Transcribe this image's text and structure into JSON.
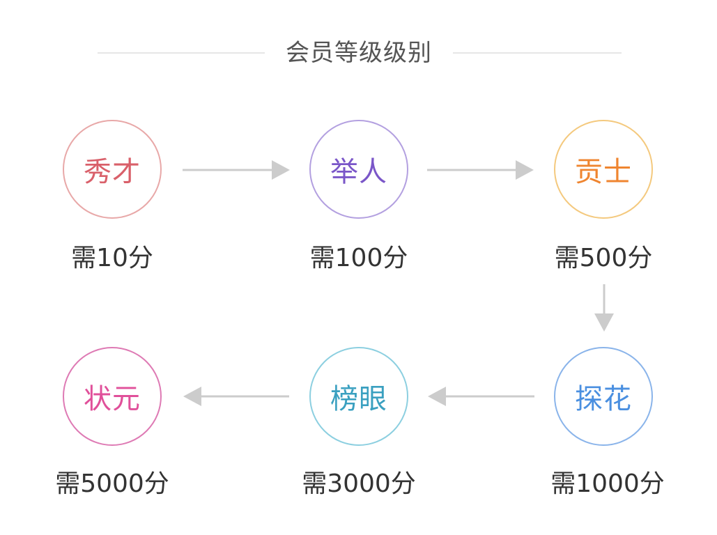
{
  "title": "会员等级级别",
  "levels": [
    {
      "name": "秀才",
      "requirement": "需10分",
      "color": "#d9606a",
      "border": "#e8a8a8"
    },
    {
      "name": "举人",
      "requirement": "需100分",
      "color": "#7a56c8",
      "border": "#b3a0e0"
    },
    {
      "name": "贡士",
      "requirement": "需500分",
      "color": "#ef8530",
      "border": "#f4c97e"
    },
    {
      "name": "探花",
      "requirement": "需1000分",
      "color": "#4a8fe0",
      "border": "#8ab4ea"
    },
    {
      "name": "榜眼",
      "requirement": "需3000分",
      "color": "#3aa0c0",
      "border": "#8ccfe0"
    },
    {
      "name": "状元",
      "requirement": "需5000分",
      "color": "#e0509a",
      "border": "#de7ab4"
    }
  ],
  "arrow_color": "#cccccc"
}
